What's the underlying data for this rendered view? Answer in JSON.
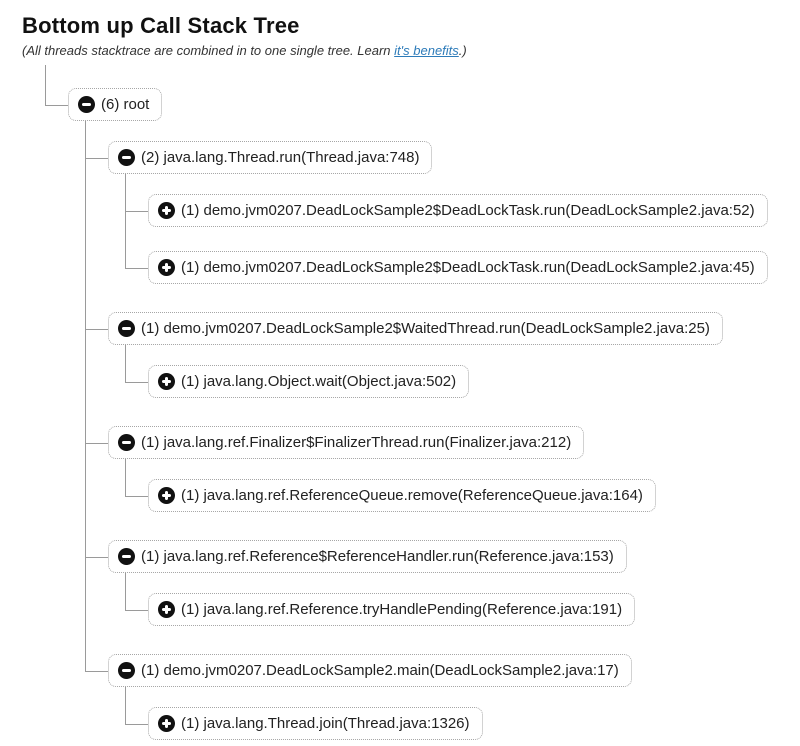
{
  "header": {
    "title": "Bottom up Call Stack Tree",
    "subtitle_prefix": "(All threads stacktrace are combined in to one single tree. Learn ",
    "subtitle_link": "it's benefits",
    "subtitle_suffix": ".)"
  },
  "colors": {
    "background": "#ffffff",
    "title": "#111111",
    "text": "#222222",
    "link": "#2d7bb9",
    "node_border": "#a6a6a6",
    "connector_line": "#9a9a9a",
    "icon_bg": "#111111",
    "icon_glyph": "#ffffff"
  },
  "icons": {
    "expanded": "minus-circle-icon",
    "collapsed": "plus-circle-icon"
  },
  "tree": {
    "label": "(6) root",
    "count": 6,
    "state": "expanded",
    "children": [
      {
        "label": "(2) java.lang.Thread.run(Thread.java:748)",
        "count": 2,
        "state": "expanded",
        "children": [
          {
            "label": "(1) demo.jvm0207.DeadLockSample2$DeadLockTask.run(DeadLockSample2.java:52)",
            "count": 1,
            "state": "collapsed",
            "children": []
          },
          {
            "label": "(1) demo.jvm0207.DeadLockSample2$DeadLockTask.run(DeadLockSample2.java:45)",
            "count": 1,
            "state": "collapsed",
            "children": []
          }
        ]
      },
      {
        "label": "(1) demo.jvm0207.DeadLockSample2$WaitedThread.run(DeadLockSample2.java:25)",
        "count": 1,
        "state": "expanded",
        "children": [
          {
            "label": "(1) java.lang.Object.wait(Object.java:502)",
            "count": 1,
            "state": "collapsed",
            "children": []
          }
        ]
      },
      {
        "label": "(1) java.lang.ref.Finalizer$FinalizerThread.run(Finalizer.java:212)",
        "count": 1,
        "state": "expanded",
        "children": [
          {
            "label": "(1) java.lang.ref.ReferenceQueue.remove(ReferenceQueue.java:164)",
            "count": 1,
            "state": "collapsed",
            "children": []
          }
        ]
      },
      {
        "label": "(1) java.lang.ref.Reference$ReferenceHandler.run(Reference.java:153)",
        "count": 1,
        "state": "expanded",
        "children": [
          {
            "label": "(1) java.lang.ref.Reference.tryHandlePending(Reference.java:191)",
            "count": 1,
            "state": "collapsed",
            "children": []
          }
        ]
      },
      {
        "label": "(1) demo.jvm0207.DeadLockSample2.main(DeadLockSample2.java:17)",
        "count": 1,
        "state": "expanded",
        "children": [
          {
            "label": "(1) java.lang.Thread.join(Thread.java:1326)",
            "count": 1,
            "state": "collapsed",
            "children": []
          }
        ]
      }
    ]
  }
}
